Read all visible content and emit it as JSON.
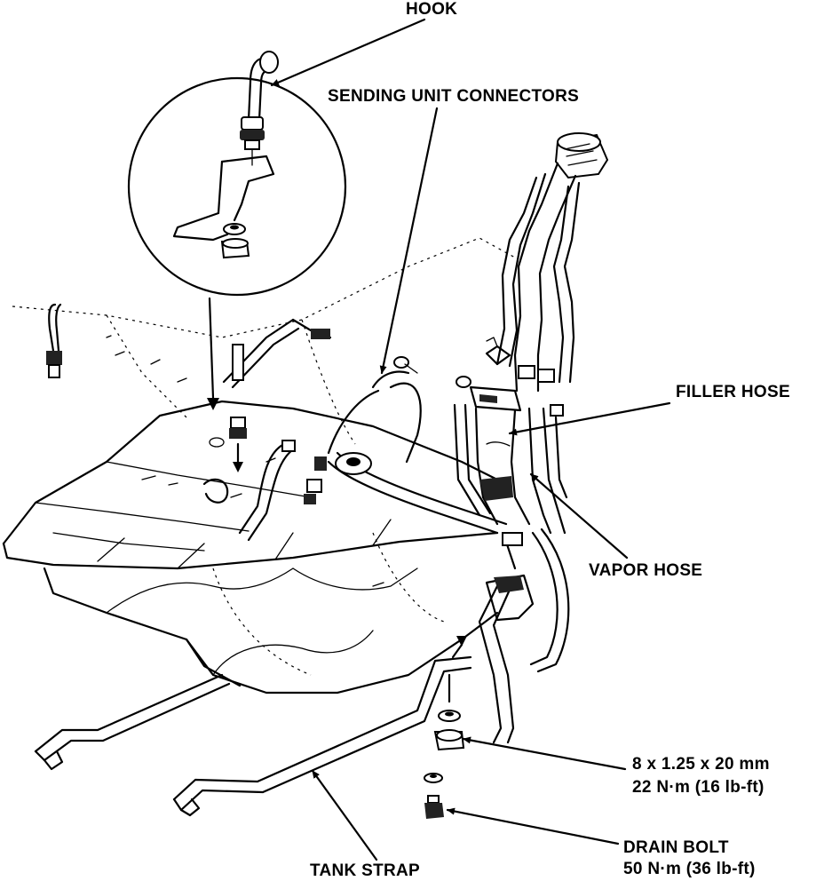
{
  "labels": {
    "hook": "HOOK",
    "sending_unit_connectors": "SENDING UNIT CONNECTORS",
    "filler_hose": "FILLER HOSE",
    "vapor_hose": "VAPOR HOSE",
    "nut_size": "8 x 1.25 x 20 mm",
    "nut_torque": "22 N·m (16 lb-ft)",
    "drain_bolt": "DRAIN BOLT",
    "drain_bolt_torque": "50 N·m (36 lb-ft)",
    "tank_strap": "TANK STRAP"
  }
}
